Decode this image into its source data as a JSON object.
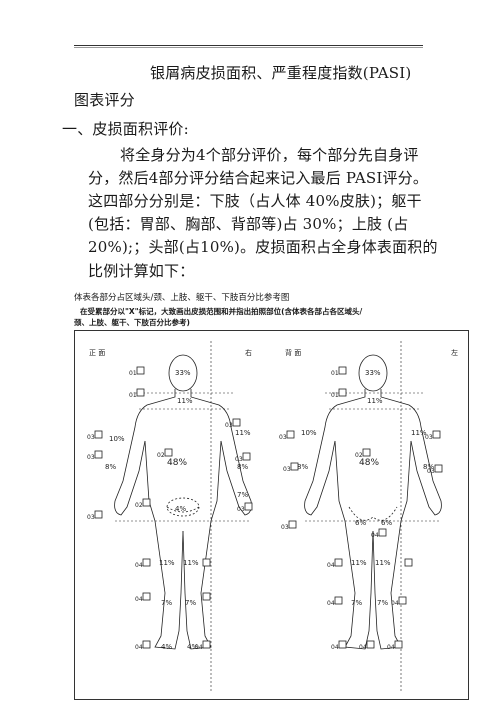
{
  "title_line1": "银屑病皮损面积、严重程度指数(PASI)",
  "title_line2": "图表评分",
  "section1": "一、皮损面积评价:",
  "para": [
    "将全身分为4个部分评价，每个部分先自身评",
    "分，然后4部分评分结合起来记入最后 PASI评分。",
    "这四部分分别是：下肢（占人体 40%皮肤)；躯干",
    "(包括：胃部、胸部、背部等)占 30%；上肢 (占",
    "20%);；头部(占10%)。皮损面积占全身体表面积的",
    "比例计算如下："
  ],
  "caption": "体表各部分占区域头/颈、上肢、躯干、下肢百分比参考图",
  "note_line1": "在受累部分以\"X\"标记，大致画出皮损范围和并指出拍照部位(含体表各部占各区域头/",
  "note_line2": "颈、上肢、躯干、下肢百分比参考)",
  "figure": {
    "front_label": "正  面",
    "right_label": "右",
    "back_label": "背  面",
    "left_label": "左",
    "pct_head": "33%",
    "pct_neck": "11%",
    "pct_trunk": "48%",
    "pct_upper": "10%",
    "pct_forearm": "8%",
    "pct_hand": "7%",
    "pct_buttock": "6%",
    "pct_pelvis": "4%",
    "pct_thigh": "11%",
    "pct_shin": "7%",
    "pct_foot": "4%",
    "code_head": "01",
    "code_trunk": "02",
    "code_arm": "03",
    "code_leg": "04"
  }
}
